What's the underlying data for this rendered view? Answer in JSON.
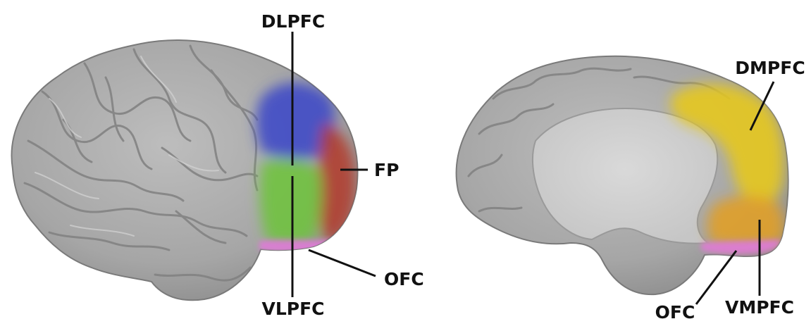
{
  "labels": {
    "dlpfc": "DLPFC",
    "fp": "FP",
    "vlpfc": "VLPFC",
    "ofc_left": "OFC",
    "dmpfc": "DMPFC",
    "ofc_right": "OFC",
    "vmpfc": "VMPFC"
  },
  "region_colors": {
    "dlpfc": "#3a45c8",
    "fp": "#b23a2c",
    "vlpfc": "#6cc33a",
    "ofc": "#e07ad8",
    "dmpfc": "#e6c81e",
    "vmpfc": "#e0a02a"
  },
  "icons": [
    "lateral-brain-view",
    "medial-brain-view"
  ]
}
